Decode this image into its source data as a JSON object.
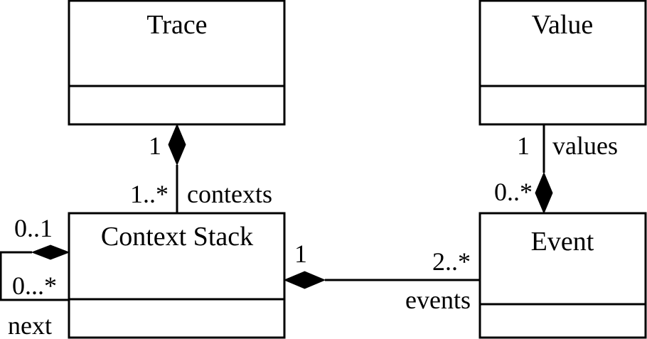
{
  "diagram": {
    "classes": {
      "trace": {
        "name": "Trace"
      },
      "value": {
        "name": "Value"
      },
      "context_stack": {
        "name": "Context Stack"
      },
      "event": {
        "name": "Event"
      }
    },
    "associations": {
      "trace_contexts": {
        "owner_multiplicity": "1",
        "part_multiplicity": "1..*",
        "role": "contexts"
      },
      "value_values": {
        "part_multiplicity": "1",
        "role": "values",
        "owner_multiplicity": "0..*"
      },
      "context_events": {
        "owner_multiplicity": "1",
        "part_multiplicity": "2..*",
        "role": "events"
      },
      "context_next": {
        "owner_multiplicity": "0..1",
        "part_multiplicity": "0...*",
        "role": "next"
      }
    }
  }
}
